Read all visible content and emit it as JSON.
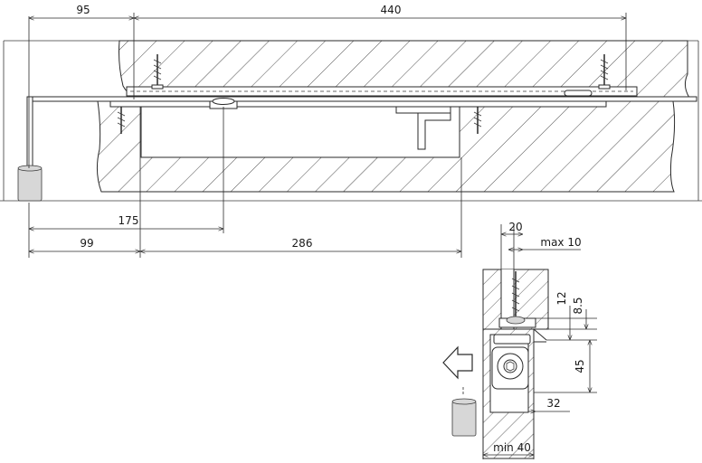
{
  "dimensions": {
    "top_offset": "95",
    "top_length": "440",
    "arm_length": "175",
    "bottom_offset": "99",
    "bottom_length": "286",
    "section_width": "20",
    "section_max": "max 10",
    "section_height_a": "12",
    "section_height_b": "8.5",
    "section_height_c": "45",
    "section_depth": "32",
    "section_min": "min 40"
  },
  "icons": {
    "direction": "left-arrow-icon",
    "screw": "wood-screw-icon"
  },
  "colors": {
    "line": "#2a2a2a",
    "fill": "#d7d7d7",
    "background": "#ffffff"
  }
}
